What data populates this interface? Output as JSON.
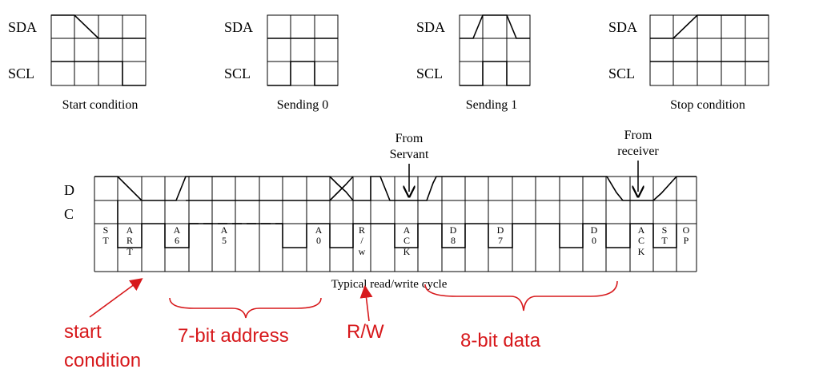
{
  "conditions": {
    "sda_label": "SDA",
    "scl_label": "SCL",
    "start_caption": "Start condition",
    "send0_caption": "Sending 0",
    "send1_caption": "Sending 1",
    "stop_caption": "Stop condition"
  },
  "timing": {
    "d_label": "D",
    "c_label": "C",
    "from_servant_1": "From",
    "from_servant_2": "Servant",
    "from_receiver_1": "From",
    "from_receiver_2": "receiver",
    "cycle_caption": "Typical read/write cycle",
    "cells": {
      "st": [
        "S",
        "T"
      ],
      "art": [
        "A",
        "R",
        "T"
      ],
      "a6": [
        "A",
        "6"
      ],
      "a5": [
        "A",
        "5"
      ],
      "a0": [
        "A",
        "0"
      ],
      "rw": [
        "R",
        "/",
        "w"
      ],
      "ack1": [
        "A",
        "C",
        "K"
      ],
      "d8": [
        "D",
        "8"
      ],
      "d7": [
        "D",
        "7"
      ],
      "d0": [
        "D",
        "0"
      ],
      "ack2": [
        "A",
        "C",
        "K"
      ],
      "st2": [
        "S",
        "T"
      ],
      "op": [
        "O",
        "P"
      ]
    }
  },
  "annotations": {
    "start_1": "start",
    "start_2": "condition",
    "address": "7-bit address",
    "rw": "R/W",
    "data": "8-bit data"
  },
  "colors": {
    "annotation": "#d7191c",
    "lines": "#000000"
  }
}
